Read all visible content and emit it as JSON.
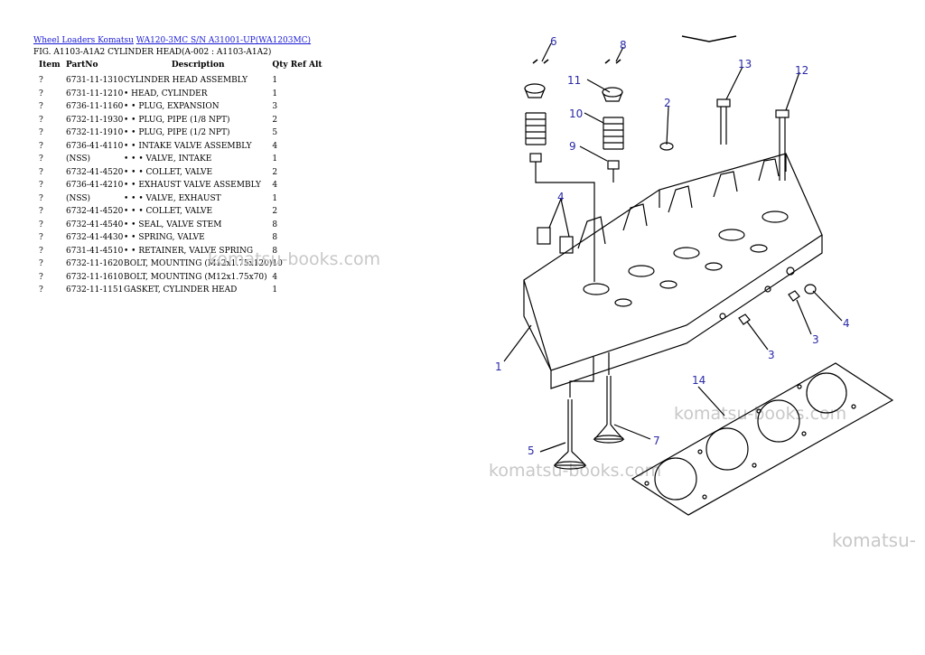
{
  "breadcrumb": {
    "link1": "Wheel Loaders Komatsu",
    "link2": "WA120-3MC S/N A31001-UP(WA1203MC)"
  },
  "figure_title": "FIG. A1103-A1A2 CYLINDER HEAD(A-002 : A1103-A1A2)",
  "table": {
    "headers": {
      "item": "Item",
      "part": "PartNo",
      "desc": "Description",
      "qty": "Qty Ref Alt"
    },
    "rows": [
      {
        "item": "?",
        "part": "6731-11-1310",
        "desc": "CYLINDER HEAD ASSEMBLY",
        "qty": "1"
      },
      {
        "item": "?",
        "part": "6731-11-1210",
        "desc": "• HEAD, CYLINDER",
        "qty": "1"
      },
      {
        "item": "?",
        "part": "6736-11-1160",
        "desc": "• • PLUG, EXPANSION",
        "qty": "3"
      },
      {
        "item": "?",
        "part": "6732-11-1930",
        "desc": "• • PLUG, PIPE (1/8 NPT)",
        "qty": "2"
      },
      {
        "item": "?",
        "part": "6732-11-1910",
        "desc": "• • PLUG, PIPE (1/2 NPT)",
        "qty": "5"
      },
      {
        "item": "?",
        "part": "6736-41-4110",
        "desc": "• • INTAKE VALVE ASSEMBLY",
        "qty": "4"
      },
      {
        "item": "?",
        "part": "(NSS)",
        "desc": "• • • VALVE, INTAKE",
        "qty": "1"
      },
      {
        "item": "?",
        "part": "6732-41-4520",
        "desc": "• • • COLLET, VALVE",
        "qty": "2"
      },
      {
        "item": "?",
        "part": "6736-41-4210",
        "desc": "• • EXHAUST VALVE ASSEMBLY",
        "qty": "4"
      },
      {
        "item": "?",
        "part": "(NSS)",
        "desc": "• • • VALVE, EXHAUST",
        "qty": "1"
      },
      {
        "item": "?",
        "part": "6732-41-4520",
        "desc": "• • • COLLET, VALVE",
        "qty": "2"
      },
      {
        "item": "?",
        "part": "6732-41-4540",
        "desc": "• • SEAL, VALVE STEM",
        "qty": "8"
      },
      {
        "item": "?",
        "part": "6732-41-4430",
        "desc": "• • SPRING, VALVE",
        "qty": "8"
      },
      {
        "item": "?",
        "part": "6731-41-4510",
        "desc": "• • RETAINER, VALVE SPRING",
        "qty": "8"
      },
      {
        "item": "?",
        "part": "6732-11-1620",
        "desc": "BOLT, MOUNTING (M12x1.75x120)",
        "qty": "10"
      },
      {
        "item": "?",
        "part": "6732-11-1610",
        "desc": "BOLT, MOUNTING (M12x1.75x70)",
        "qty": "4"
      },
      {
        "item": "?",
        "part": "6732-11-1151",
        "desc": "GASKET, CYLINDER HEAD",
        "qty": "1"
      }
    ]
  },
  "watermarks": [
    "komatsu-books.com",
    "komatsu-books.com",
    "komatsu-books.com",
    "komatsu-"
  ],
  "diagram": {
    "callouts": [
      "6",
      "8",
      "11",
      "10",
      "9",
      "4",
      "13",
      "12",
      "2",
      "1",
      "4",
      "3",
      "3",
      "14",
      "5",
      "7"
    ]
  }
}
